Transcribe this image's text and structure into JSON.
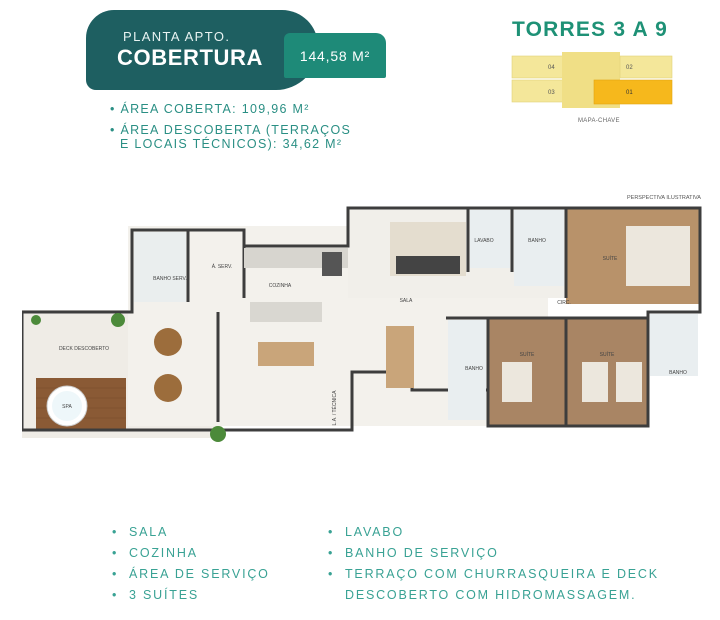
{
  "header": {
    "subtitle": "PLANTA APTO.",
    "title": "COBERTURA",
    "area_total": "144,58 M²"
  },
  "specs": {
    "covered": "• ÁREA COBERTA: 109,96 M²",
    "uncovered_line1": "• ÁREA DESCOBERTA (TERRAÇOS",
    "uncovered_line2": "E LOCAIS TÉCNICOS): 34,62 M²"
  },
  "towers": {
    "title": "TORRES 3 A 9",
    "units": [
      "04",
      "02",
      "03",
      "01"
    ],
    "highlighted_unit": "01",
    "key_map_label": "MAPA-CHAVE",
    "highlight_color": "#f6b81c",
    "base_color": "#f4e79a"
  },
  "plan": {
    "perspective_note": "PERSPECTIVA ILUSTRATIVA",
    "rooms": {
      "deck": "DECK DESCOBERTO",
      "spa": "SPA",
      "banho_serv": "BANHO SERV.",
      "a_serv": "Á. SERV.",
      "cozinha": "COZINHA",
      "sala": "SALA",
      "lavabo": "LAVABO",
      "banho_top": "BANHO",
      "suite_master": "SUÍTE",
      "circ": "CIRC.",
      "banho_mid": "BANHO",
      "suite_2": "SUÍTE",
      "suite_3": "SUÍTE",
      "banho_right": "BANHO",
      "la_tecnica": "L.A. / TÉCNICA"
    }
  },
  "features_left": [
    "SALA",
    "COZINHA",
    "ÁREA DE SERVIÇO",
    "3 SUÍTES"
  ],
  "features_right": [
    "LAVABO",
    "BANHO DE SERVIÇO",
    "TERRAÇO COM CHURRASQUEIRA E DECK",
    "DESCOBERTO COM HIDROMASSAGEM."
  ]
}
